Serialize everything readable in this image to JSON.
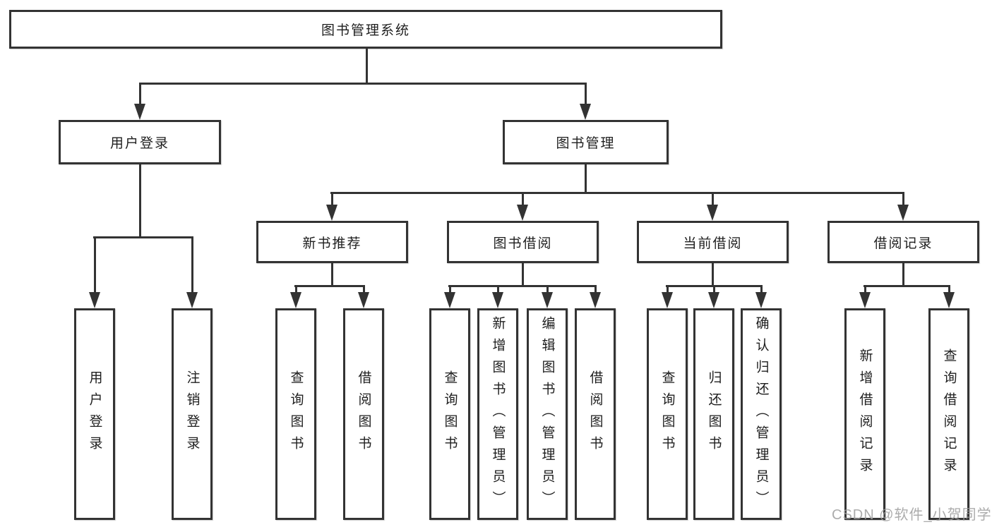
{
  "diagram": {
    "root": {
      "label": "图书管理系统"
    },
    "children": [
      {
        "label": "用户登录",
        "children": [
          {
            "label": "用户登录"
          },
          {
            "label": "注销登录"
          }
        ]
      },
      {
        "label": "图书管理",
        "children": [
          {
            "label": "新书推荐",
            "children": [
              {
                "label": "查询图书"
              },
              {
                "label": "借阅图书"
              }
            ]
          },
          {
            "label": "图书借阅",
            "children": [
              {
                "label": "查询图书"
              },
              {
                "label": "新增图书（管理员）"
              },
              {
                "label": "编辑图书（管理员）"
              },
              {
                "label": "借阅图书"
              }
            ]
          },
          {
            "label": "当前借阅",
            "children": [
              {
                "label": "查询图书"
              },
              {
                "label": "归还图书"
              },
              {
                "label": "确认归还（管理员）"
              }
            ]
          },
          {
            "label": "借阅记录",
            "children": [
              {
                "label": "新增借阅记录"
              },
              {
                "label": "查询借阅记录"
              }
            ]
          }
        ]
      }
    ]
  },
  "watermark": {
    "text": "CSDN @软件_小贺同学"
  },
  "colors": {
    "line": "#333333",
    "box_border": "#333333",
    "box_fill": "#ffffff",
    "text": "#1e1e1e",
    "watermark": "#9e9e9e",
    "background": "#ffffff"
  }
}
